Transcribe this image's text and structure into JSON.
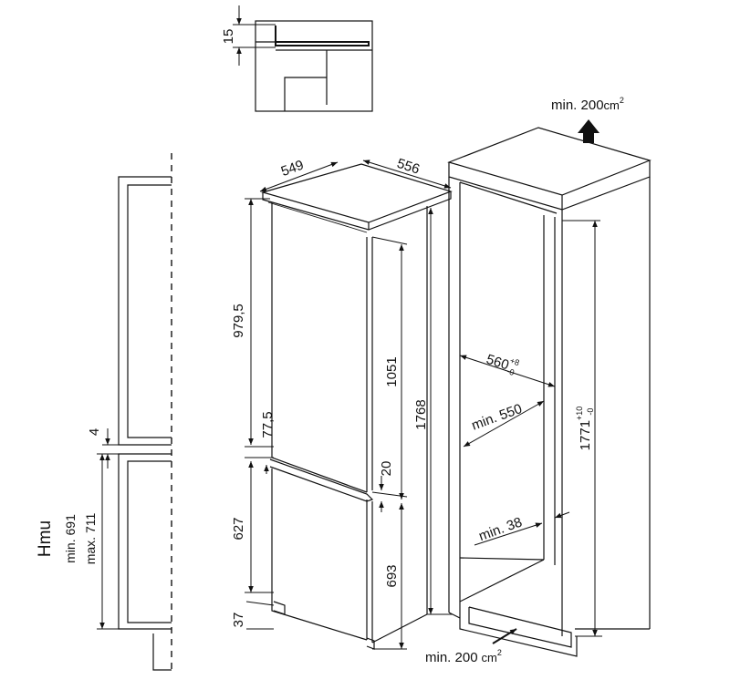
{
  "diagram": {
    "dimensions": {
      "top_gap": "15",
      "depth": "549",
      "width": "556",
      "upper_height": "979,5",
      "door_upper": "1051",
      "total_height": "1768",
      "gap_mid": "77,5",
      "gap_small": "20",
      "lower_height": "627",
      "door_lower": "693",
      "plinth": "37",
      "niche_width": "560",
      "niche_width_tol_plus": "+8",
      "niche_width_tol_minus": "-0",
      "niche_depth_min": "min. 550",
      "niche_height": "1771",
      "niche_height_tol_plus": "+10",
      "niche_height_tol_minus": "-0",
      "vent_gap_min": "min. 38",
      "left_gap": "4"
    },
    "ventilation": {
      "top_label": "min. 200",
      "top_unit": "cm",
      "top_exp": "2",
      "bottom_label": "min. 200",
      "bottom_unit": "cm",
      "bottom_exp": "2"
    },
    "hmu": {
      "label": "Hmu",
      "min": "min. 691",
      "max": "max. 711"
    }
  }
}
